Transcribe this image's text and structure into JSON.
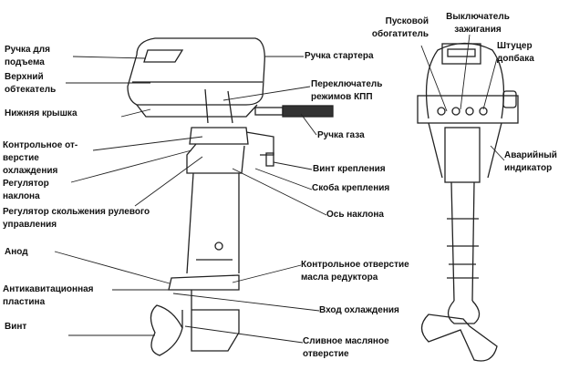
{
  "left_labels": {
    "lift_handle": [
      "Ручка для",
      "подъема"
    ],
    "top_cowl": [
      "Верхний",
      "обтекатель"
    ],
    "lower_cover": "Нижняя крышка",
    "cooling_check_hole": [
      "Контрольное от-",
      "верстие",
      "охлаждения"
    ],
    "tilt_adjuster": [
      "Регулятор",
      "наклона"
    ],
    "steering_friction": [
      "Регулятор скольжения рулевого",
      "управления"
    ],
    "anode": "Анод",
    "anti_cavitation_plate": [
      "Антикавитационная",
      "пластина"
    ],
    "propeller": "Винт"
  },
  "right_labels": {
    "starter_handle": "Ручка стартера",
    "gear_shift": [
      "Переключатель",
      "режимов КПП"
    ],
    "throttle_grip": "Ручка газа",
    "clamp_screw": "Винт крепления",
    "clamp_bracket": "Скоба крепления",
    "tilt_axis": "Ось наклона",
    "gear_oil_check_hole": [
      "Контрольное отверстие",
      "масла редуктора"
    ],
    "cooling_inlet": "Вход охлаждения",
    "oil_drain_hole": [
      "Сливное масляное",
      "отверстие"
    ]
  },
  "front_view_labels": {
    "choke": [
      "Пусковой",
      "обогатитель"
    ],
    "ignition_switch": [
      "Выключатель",
      "зажигания"
    ],
    "aux_tank_fitting": [
      "Штуцер",
      "допбака"
    ],
    "warning_indicator": [
      "Аварийный",
      "индикатор"
    ]
  }
}
